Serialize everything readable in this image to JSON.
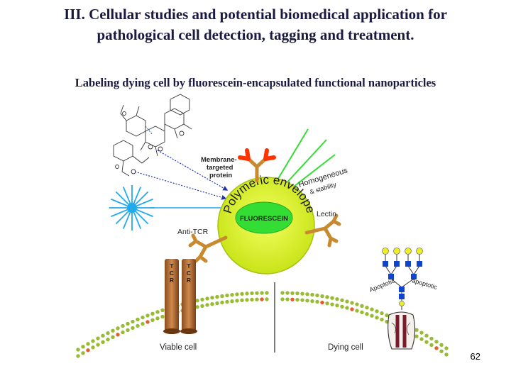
{
  "slide": {
    "title_line1": "III. Cellular studies and potential biomedical application for",
    "title_line2": "pathological cell detection, tagging  and treatment.",
    "subtitle": "Labeling dying cell by fluorescein-encapsulated functional nanoparticles",
    "page_number": "62"
  },
  "diagram": {
    "membrane_protein_label": [
      "Membrane-",
      "targeted",
      "protein"
    ],
    "envelope_label": "Polymeric envelope",
    "fluorescein_label": "FLUORESCEIN",
    "lectin_label": "Lectin",
    "anti_tcr_label": "Anti-TCR",
    "homogeneous_label": "Homogeneous",
    "stability_label": "& stability",
    "tcr_letters": [
      "T",
      "C",
      "R"
    ],
    "viable_cell_label": "Viable cell",
    "dying_cell_label": "Dying cell",
    "apoptotic_label": "Apoptotic",
    "colors": {
      "envelope": "#ccee22",
      "core": "#33dd33",
      "antibody": "#ff3300",
      "receptor": "#c88a30",
      "tcr": "#c07840",
      "star": "#22aaee",
      "membrane": "#99bb33",
      "glycan_yellow": "#eeee22",
      "glycan_blue": "#1144cc"
    }
  }
}
